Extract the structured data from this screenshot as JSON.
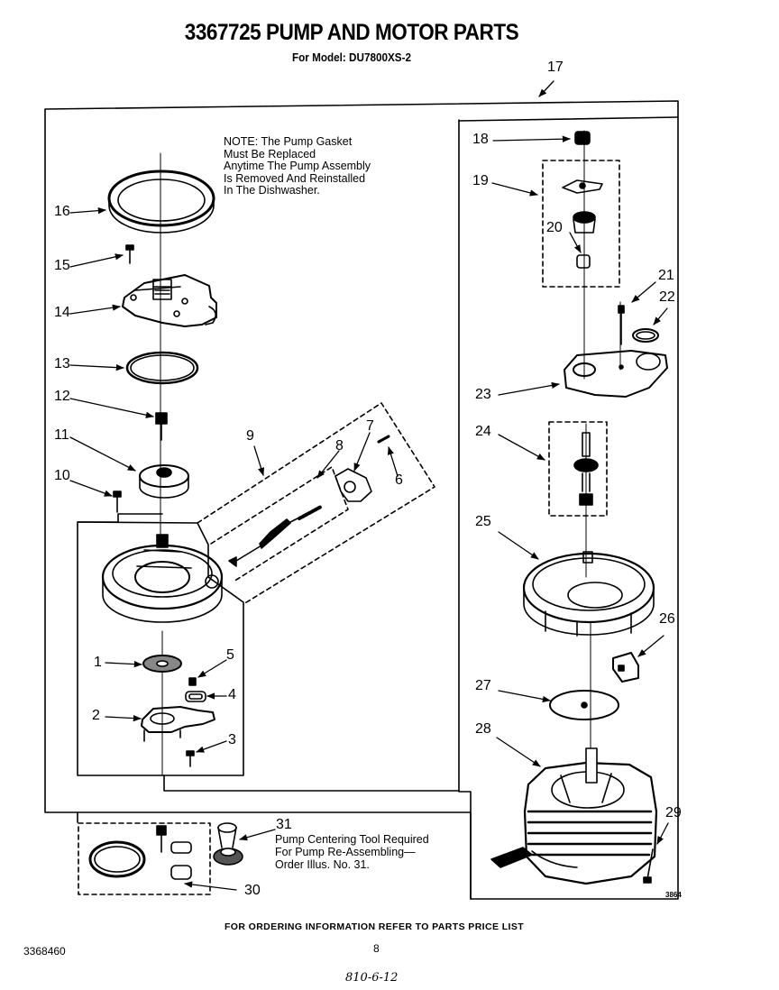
{
  "title": "3367725 PUMP AND MOTOR PARTS",
  "model": "For Model: DU7800XS-2",
  "note": "NOTE: The Pump Gasket\nMust Be Replaced\nAnytime The Pump Assembly\nIs Removed And Reinstalled\nIn The Dishwasher.",
  "tool_note": "Pump Centering Tool Required\nFor Pump Re-Assembling—\nOrder Illus. No. 31.",
  "order_info": "FOR ORDERING INFORMATION REFER TO PARTS PRICE LIST",
  "doc_number": "3368460",
  "page_number": "8",
  "handwritten": "810-6-12",
  "illus_code": "3864",
  "callouts": [
    {
      "n": "1"
    },
    {
      "n": "2"
    },
    {
      "n": "3"
    },
    {
      "n": "4"
    },
    {
      "n": "5"
    },
    {
      "n": "6"
    },
    {
      "n": "7"
    },
    {
      "n": "8"
    },
    {
      "n": "9"
    },
    {
      "n": "10"
    },
    {
      "n": "11"
    },
    {
      "n": "12"
    },
    {
      "n": "13"
    },
    {
      "n": "14"
    },
    {
      "n": "15"
    },
    {
      "n": "16"
    },
    {
      "n": "17"
    },
    {
      "n": "18"
    },
    {
      "n": "19"
    },
    {
      "n": "20"
    },
    {
      "n": "21"
    },
    {
      "n": "22"
    },
    {
      "n": "23"
    },
    {
      "n": "24"
    },
    {
      "n": "25"
    },
    {
      "n": "26"
    },
    {
      "n": "27"
    },
    {
      "n": "28"
    },
    {
      "n": "29"
    },
    {
      "n": "30"
    },
    {
      "n": "31"
    }
  ]
}
